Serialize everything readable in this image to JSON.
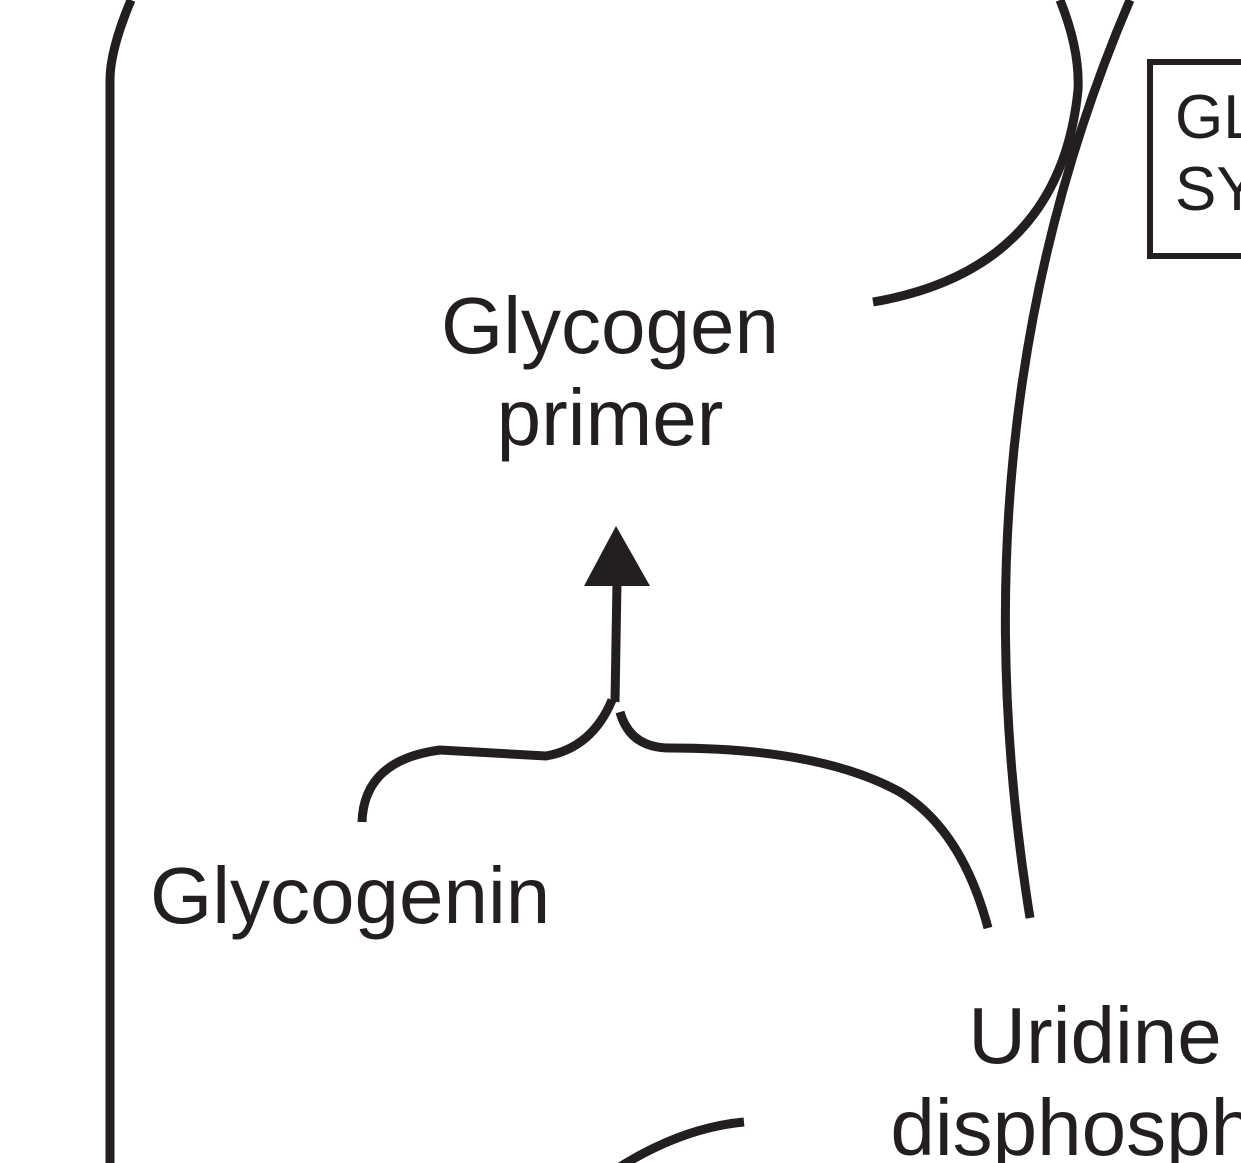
{
  "labels": {
    "glycogen_primer": [
      "Glycogen",
      "primer"
    ],
    "glycogenin": "Glycogenin",
    "uridine_diphosphate": [
      "Uridine",
      "disphospha"
    ],
    "enzyme_box": [
      "GL",
      "SY"
    ]
  },
  "colors": {
    "stroke": "#231f20",
    "background": "#ffffff"
  }
}
